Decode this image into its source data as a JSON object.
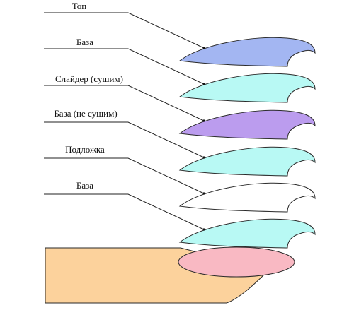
{
  "layers": [
    {
      "label": "Топ",
      "color": "#a3b6f2"
    },
    {
      "label": "База",
      "color": "#b8f9f4"
    },
    {
      "label": "Слайдер (сушим)",
      "color": "#bb9cee"
    },
    {
      "label": "База (не сушим)",
      "color": "#b8f9f4"
    },
    {
      "label": "Подложка",
      "color": "#ffffff"
    },
    {
      "label": "База",
      "color": "#b8f9f4"
    }
  ],
  "finger": {
    "color": "#fcd29c"
  },
  "nail_bed": {
    "color": "#f9b9c3"
  }
}
